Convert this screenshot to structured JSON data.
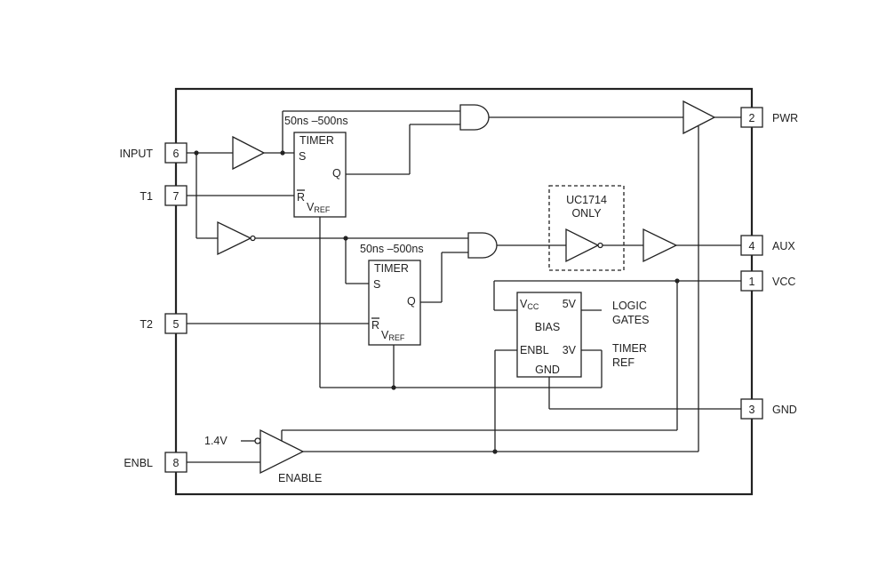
{
  "pins": {
    "input": {
      "num": "6",
      "label": "INPUT"
    },
    "t1": {
      "num": "7",
      "label": "T1"
    },
    "t2": {
      "num": "5",
      "label": "T2"
    },
    "enbl": {
      "num": "8",
      "label": "ENBL"
    },
    "pwr": {
      "num": "2",
      "label": "PWR"
    },
    "aux": {
      "num": "4",
      "label": "AUX"
    },
    "vcc": {
      "num": "1",
      "label": "VCC"
    },
    "gnd": {
      "num": "3",
      "label": "GND"
    }
  },
  "timer1": {
    "range": "50ns –500ns",
    "title": "TIMER",
    "s": "S",
    "q": "Q",
    "r": "R",
    "vref": "V",
    "vref_sub": "REF"
  },
  "timer2": {
    "range": "50ns –500ns",
    "title": "TIMER",
    "s": "S",
    "q": "Q",
    "r": "R",
    "vref": "V",
    "vref_sub": "REF"
  },
  "option_box": {
    "line1": "UC1714",
    "line2": "ONLY"
  },
  "bias": {
    "vcc": "V",
    "vcc_sub": "CC",
    "v5": "5V",
    "title": "BIAS",
    "enbl": "ENBL",
    "v3": "3V",
    "gnd": "GND"
  },
  "outputs": {
    "logic1": "LOGIC",
    "logic2": "GATES",
    "timer1": "TIMER",
    "timer2": "REF"
  },
  "enable": {
    "ref": "1.4V",
    "label": "ENABLE"
  }
}
